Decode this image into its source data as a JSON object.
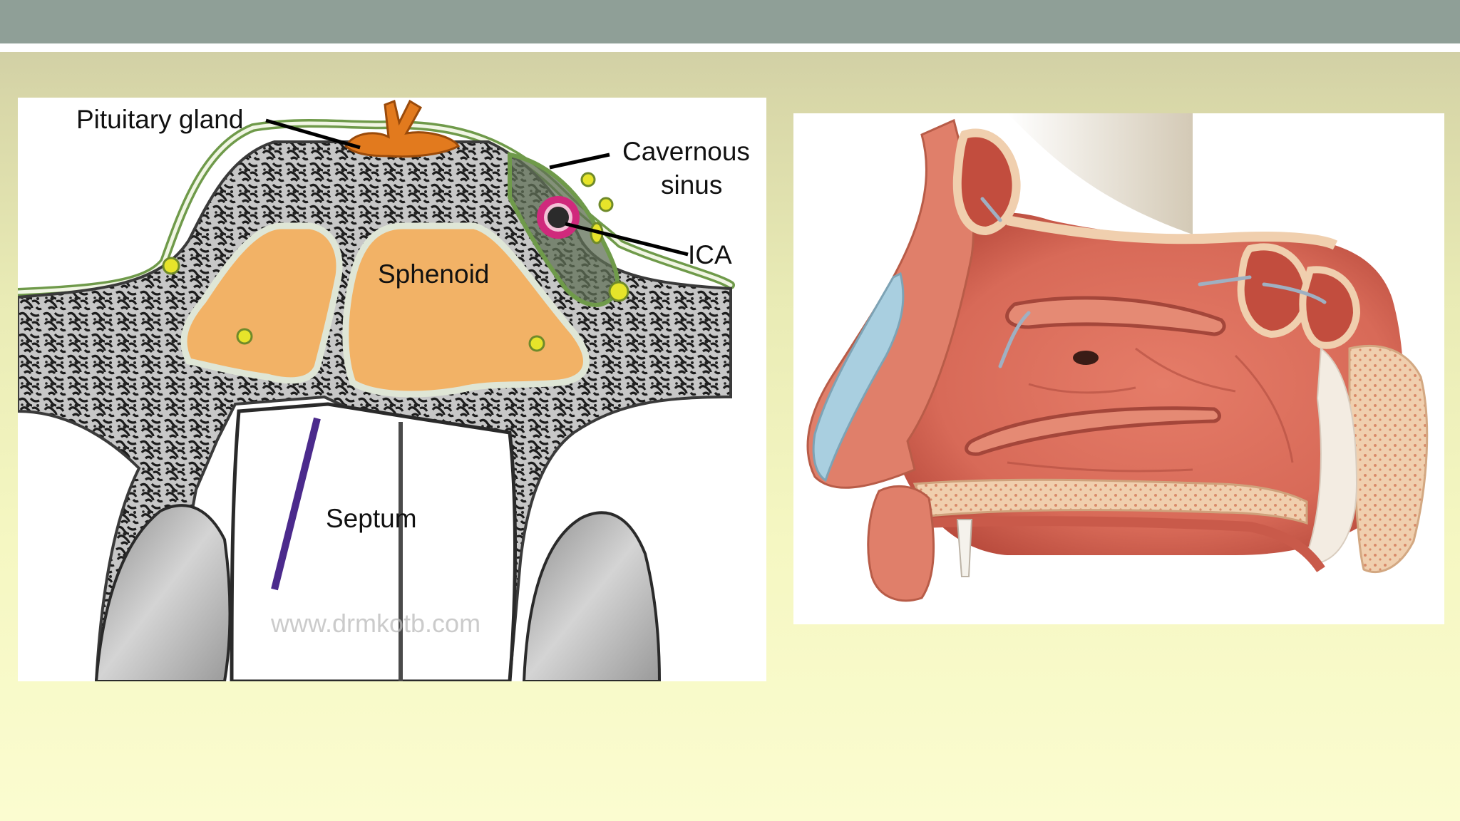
{
  "slide": {
    "colors": {
      "title_bar": "#8f9f97",
      "background_top": "#cbc9a3",
      "background_bottom": "#fbfcd0"
    }
  },
  "left_figure": {
    "labels": {
      "pituitary": "Pituitary gland",
      "cavernous_line1": "Cavernous",
      "cavernous_line2": "sinus",
      "ica": "ICA",
      "sphenoid": "Sphenoid",
      "septum": "Septum"
    },
    "watermark": "www.drmkotb.com",
    "colors": {
      "sinus_fill": "#f2b266",
      "pituitary": "#e27a1e",
      "bone": "#cfcfcf",
      "dura": "#6f9a4a",
      "vessel": "#e6e42a",
      "ica_ring": "#d0297c",
      "septum_edge": "#4b2a8c"
    }
  },
  "right_figure": {
    "colors": {
      "mucosa": "#d86a58",
      "mucosa_dark": "#b84a3c",
      "bone": "#f0cfae",
      "cartilage": "#a9cfe0",
      "probe": "#9fb0c2"
    }
  }
}
